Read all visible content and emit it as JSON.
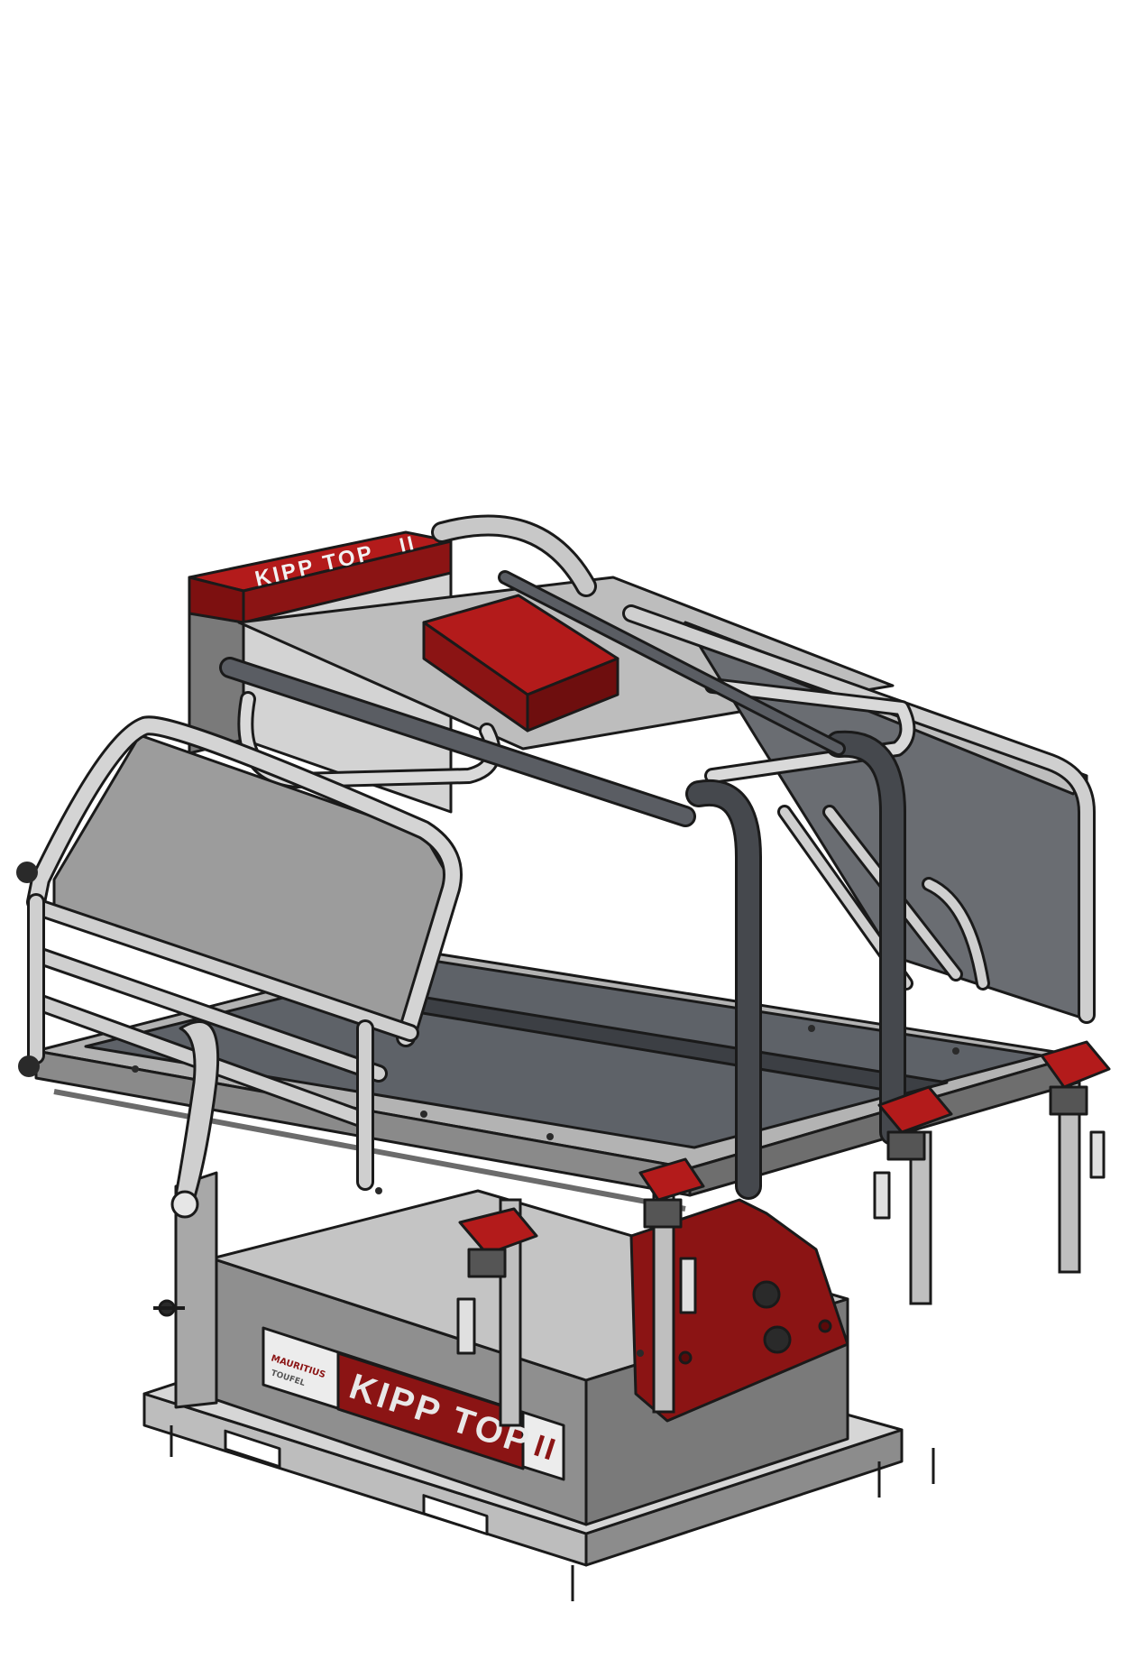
{
  "product": {
    "brand_main": "KIPP TOP",
    "brand_roman": "II",
    "maker_line1": "MAURITIUS",
    "maker_line2": "TOUFEL"
  },
  "colors": {
    "background": "#ffffff",
    "steel_light": "#c9c9c9",
    "steel_mid": "#9a9a9a",
    "steel_dark": "#5a5d63",
    "deck": "#5e6268",
    "panel_grey": "#8f8f8f",
    "outline": "#1a1a1a",
    "red": "#8b1414",
    "red_bright": "#b31b1b"
  },
  "view": {
    "rendering": "isometric CAD render, white background"
  }
}
